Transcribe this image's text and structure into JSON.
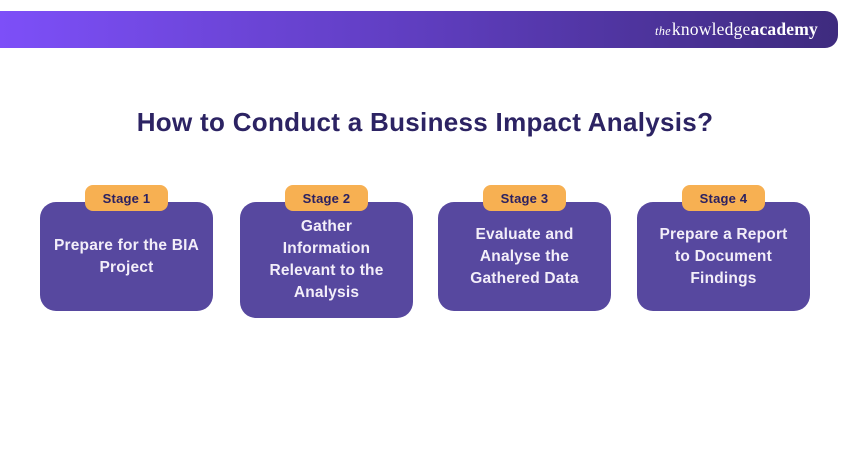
{
  "brand": {
    "logo_the": "the",
    "logo_knowledge": "knowledge",
    "logo_academy": "academy"
  },
  "title": "How to Conduct a Business Impact Analysis?",
  "stages": [
    {
      "badge": "Stage 1",
      "text": "Prepare for the BIA\nProject"
    },
    {
      "badge": "Stage 2",
      "text": "Gather\nInformation\nRelevant to the\nAnalysis"
    },
    {
      "badge": "Stage 3",
      "text": "Evaluate and\nAnalyse the\nGathered Data"
    },
    {
      "badge": "Stage 4",
      "text": "Prepare a Report\nto Document\nFindings"
    }
  ],
  "colors": {
    "header_gradient_start": "#7d4ff8",
    "header_gradient_end": "#3e2b7e",
    "title_navy": "#2c2363",
    "card_purple": "#57489f",
    "badge_amber": "#f7b052",
    "badge_text_navy": "#2b2161",
    "card_text": "#f3eef9",
    "background": "#ffffff"
  }
}
